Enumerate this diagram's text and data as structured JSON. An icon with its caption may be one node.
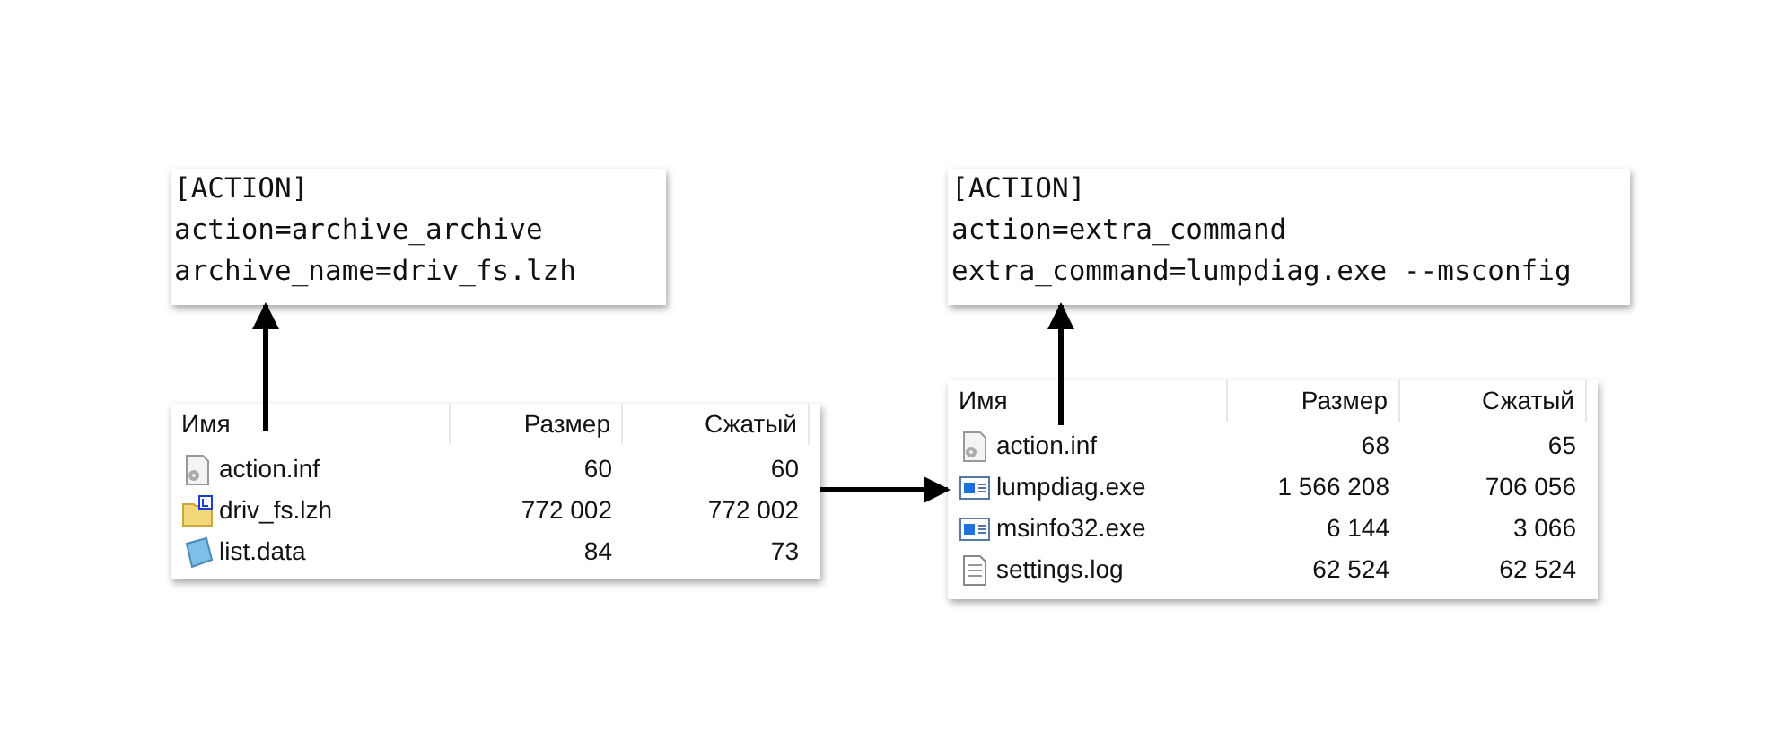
{
  "diagram": {
    "nodes": [
      {
        "text": [
          "[ACTION]",
          "action=archive_archive",
          "archive_name=driv_fs.lzh"
        ]
      },
      {
        "text": [
          "Имя",
          "Размер",
          "Сжатый",
          "action.inf",
          "60",
          "60",
          "driv_fs.lzh",
          "772 002",
          "772 002",
          "list.data",
          "84",
          "73"
        ]
      },
      {
        "text": [
          "[ACTION]",
          "action=extra_command",
          "extra_command=lumpdiag.exe --msconfig"
        ]
      },
      {
        "text": [
          "Имя",
          "Размер",
          "Сжатый",
          "action.inf",
          "68",
          "65",
          "lumpdiag.exe",
          "1 566 208",
          "706 056",
          "msinfo32.exe",
          "6 144",
          "3 066",
          "settings.log",
          "62 524",
          "62 524"
        ]
      }
    ],
    "edges": [
      {
        "from": 1,
        "to": 0,
        "arrow": "to"
      },
      {
        "from": 1,
        "to": 3,
        "arrow": "to"
      },
      {
        "from": 3,
        "to": 2,
        "arrow": "to"
      }
    ]
  }
}
